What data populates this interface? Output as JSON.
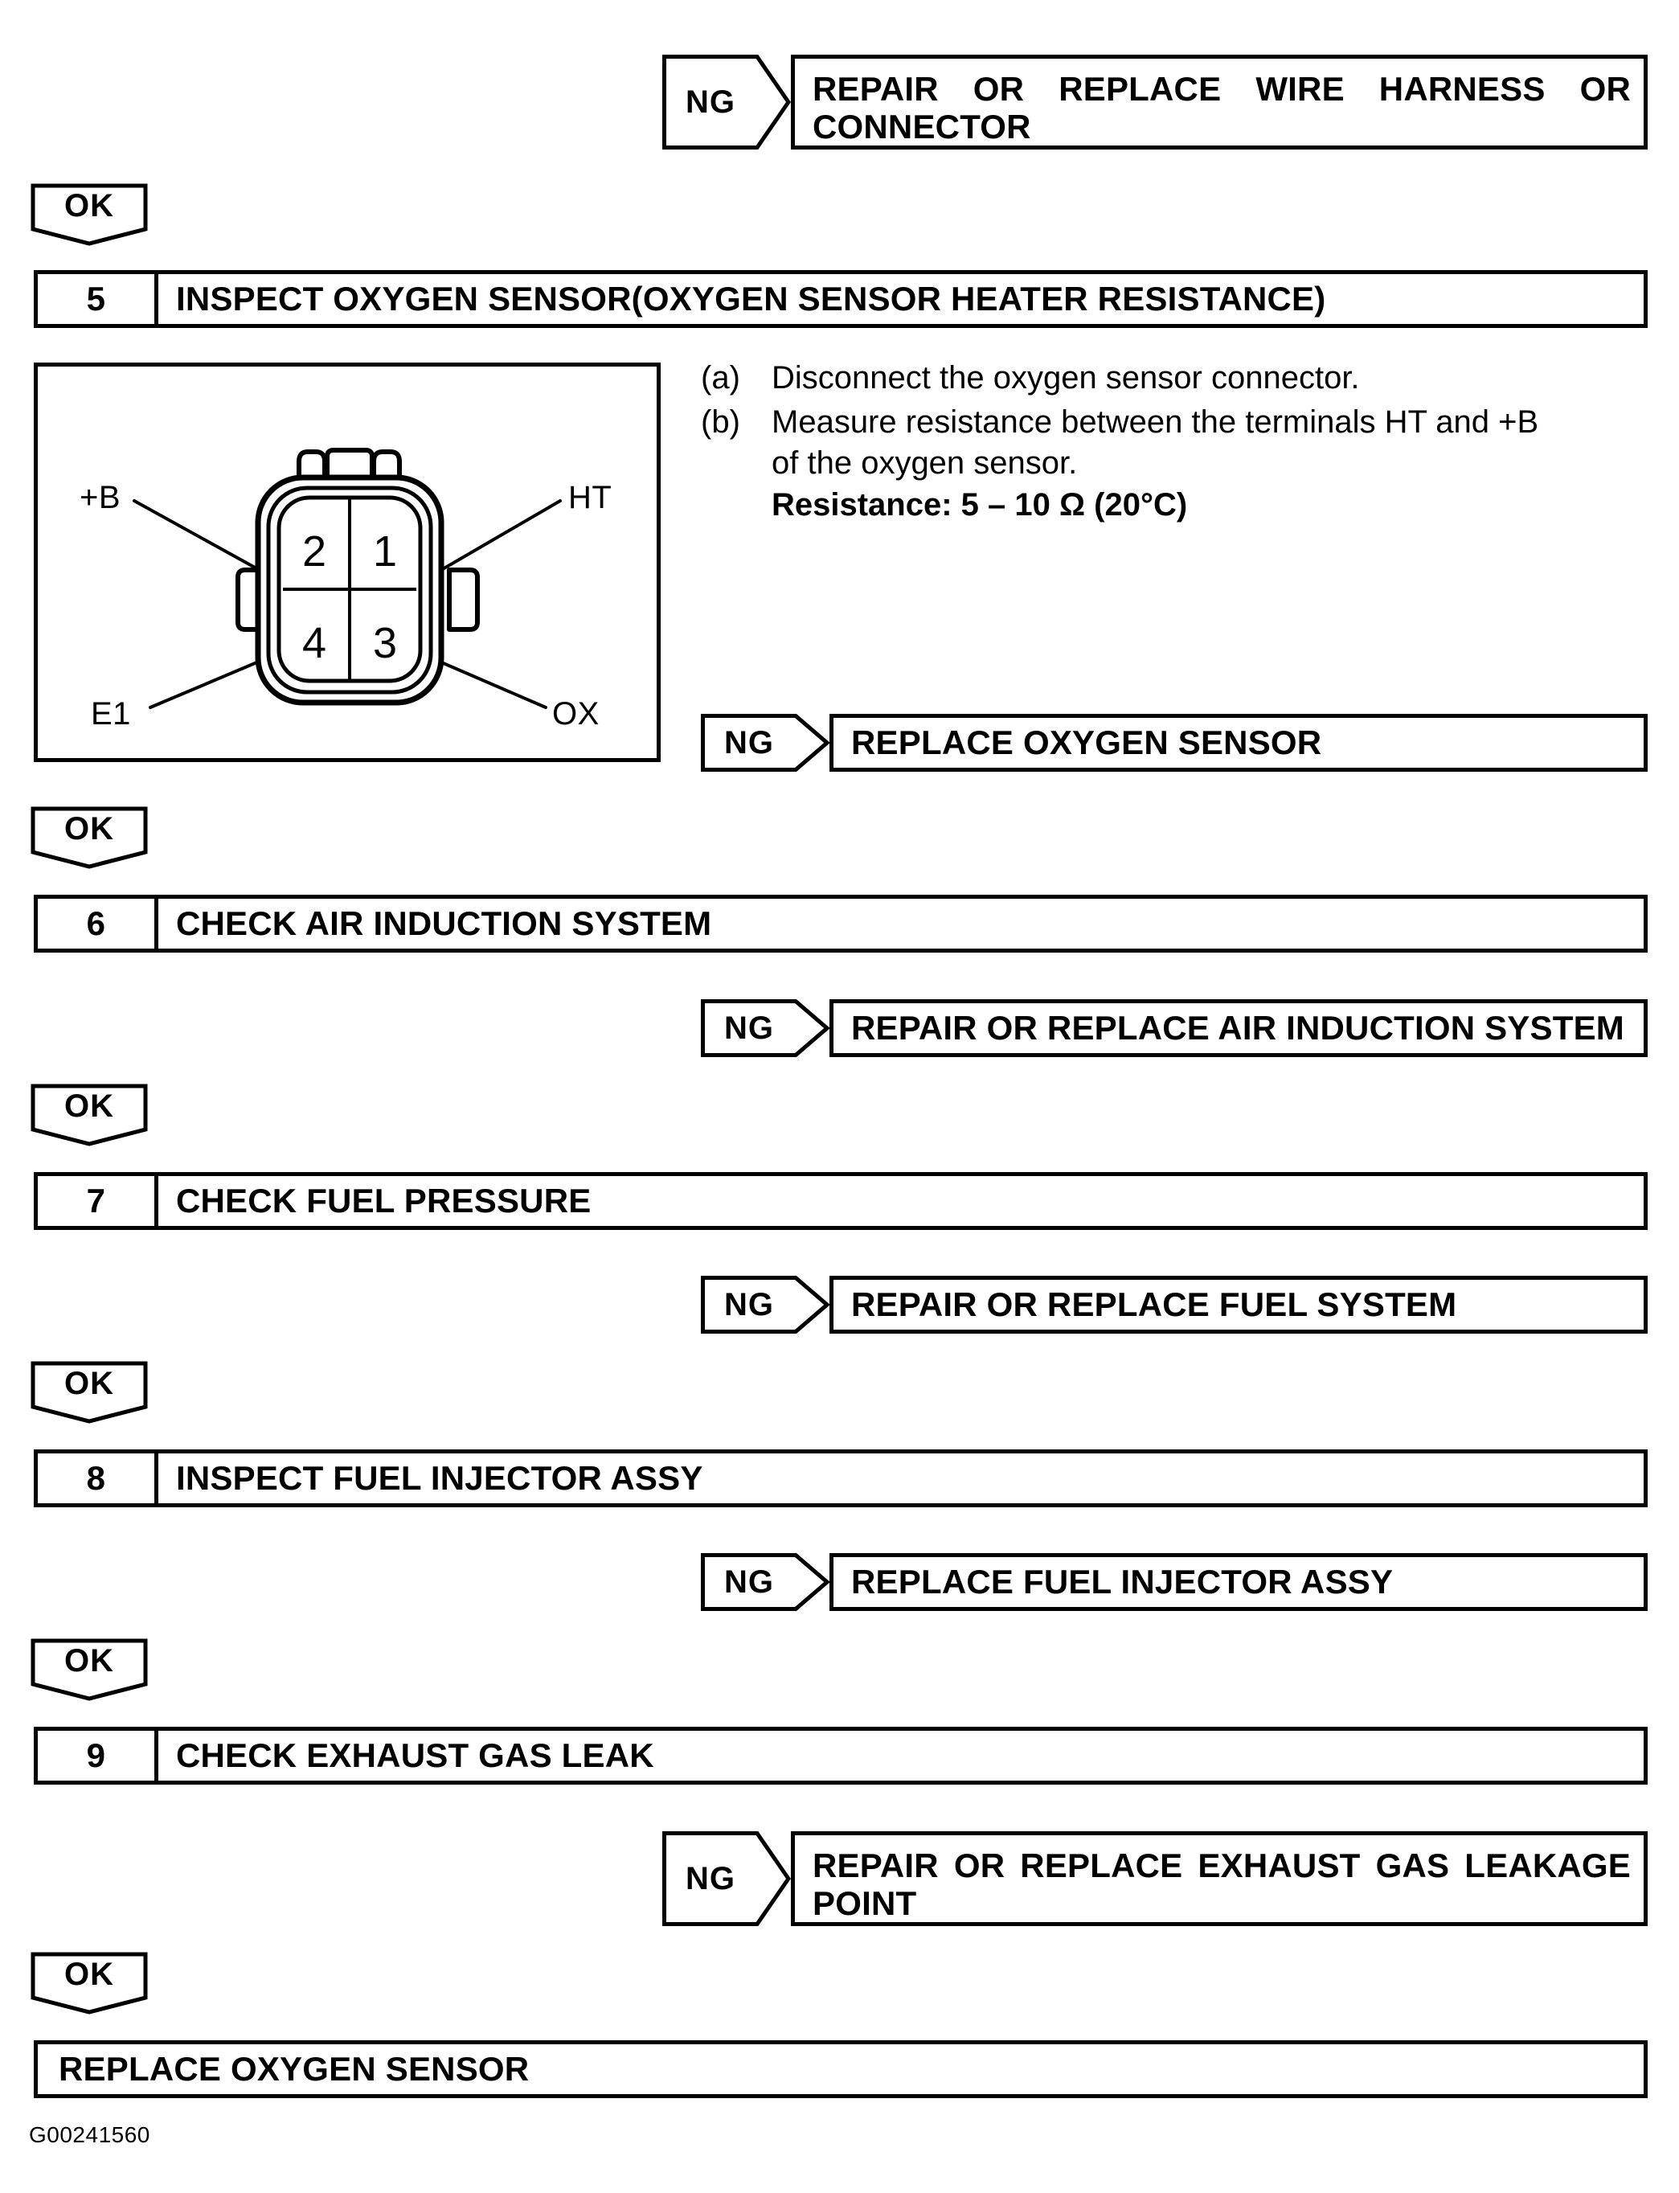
{
  "document": {
    "footer_id": "G00241560"
  },
  "flow": {
    "ok_label": "OK",
    "ng_label": "NG"
  },
  "nodes": {
    "ng_wire_harness": {
      "tag": "NG",
      "line1": "REPAIR OR REPLACE WIRE HARNESS OR",
      "line2": "CONNECTOR"
    },
    "step5": {
      "number": "5",
      "title": "INSPECT OXYGEN SENSOR(OXYGEN SENSOR HEATER RESISTANCE)"
    },
    "ng_replace_o2_mid": {
      "tag": "NG",
      "text": "REPLACE OXYGEN SENSOR"
    },
    "step6": {
      "number": "6",
      "title": "CHECK AIR INDUCTION SYSTEM"
    },
    "ng_air_induction": {
      "tag": "NG",
      "text": "REPAIR OR REPLACE AIR INDUCTION SYSTEM"
    },
    "step7": {
      "number": "7",
      "title": "CHECK FUEL PRESSURE"
    },
    "ng_fuel_system": {
      "tag": "NG",
      "text": "REPAIR OR REPLACE FUEL SYSTEM"
    },
    "step8": {
      "number": "8",
      "title": "INSPECT FUEL INJECTOR ASSY"
    },
    "ng_fuel_injector": {
      "tag": "NG",
      "text": "REPLACE FUEL INJECTOR ASSY"
    },
    "step9": {
      "number": "9",
      "title": "CHECK EXHAUST GAS LEAK"
    },
    "ng_exhaust_leak": {
      "tag": "NG",
      "line1": "REPAIR OR REPLACE EXHAUST GAS LEAKAGE",
      "line2": "POINT"
    },
    "final": {
      "text": "REPLACE OXYGEN SENSOR"
    }
  },
  "procedure": {
    "items": [
      {
        "marker": "(a)",
        "text": "Disconnect the oxygen sensor connector."
      },
      {
        "marker": "(b)",
        "line1": "Measure resistance between the terminals HT and +B",
        "line2": "of the oxygen sensor.",
        "spec": "Resistance: 5 – 10 Ω (20°C)"
      }
    ]
  },
  "figure": {
    "name": "oxygen-sensor-connector-pinout",
    "terminals": [
      {
        "pin": "1",
        "name": "HT"
      },
      {
        "pin": "2",
        "name": "+B"
      },
      {
        "pin": "3",
        "name": "OX"
      },
      {
        "pin": "4",
        "name": "E1"
      }
    ],
    "pin_numbers": {
      "top_left": "2",
      "top_right": "1",
      "bottom_left": "4",
      "bottom_right": "3"
    },
    "labels": {
      "upper_left": "+B",
      "upper_right": "HT",
      "lower_left": "E1",
      "lower_right": "OX"
    }
  },
  "colors": {
    "stroke": "#000000",
    "background": "#ffffff"
  }
}
